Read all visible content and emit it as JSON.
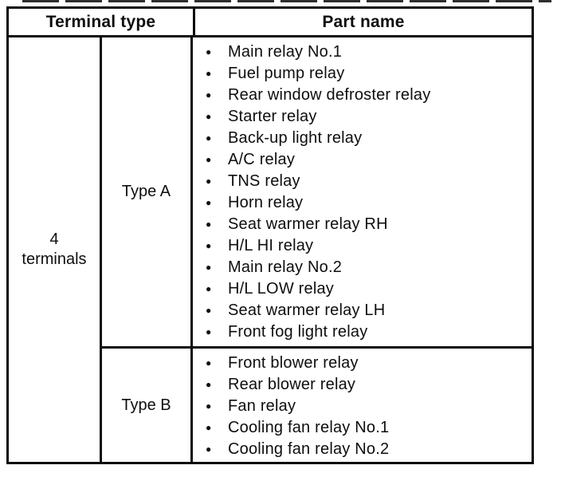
{
  "header": {
    "terminal_type": "Terminal type",
    "part_name": "Part name"
  },
  "terminal_group": {
    "line1": "4",
    "line2": "terminals"
  },
  "sections": [
    {
      "type_label": "Type A",
      "parts": [
        "Main relay No.1",
        "Fuel pump relay",
        "Rear window defroster relay",
        "Starter relay",
        "Back-up light relay",
        "A/C relay",
        "TNS relay",
        "Horn relay",
        "Seat warmer relay RH",
        "H/L HI relay",
        "Main relay No.2",
        "H/L LOW relay",
        "Seat warmer relay LH",
        "Front fog light relay"
      ]
    },
    {
      "type_label": "Type B",
      "parts": [
        "Front blower relay",
        "Rear blower relay",
        "Fan relay",
        "Cooling fan relay No.1",
        "Cooling fan relay No.2"
      ]
    }
  ],
  "bullet": "●",
  "colors": {
    "ink": "#0e0e0e",
    "paper": "#ffffff"
  }
}
